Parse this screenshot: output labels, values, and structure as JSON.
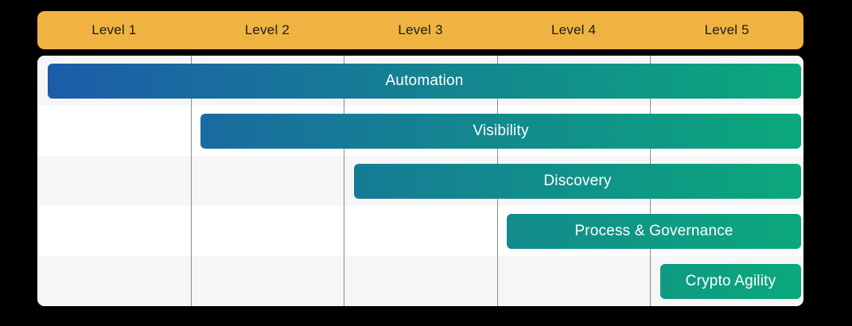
{
  "chart_data": {
    "type": "bar",
    "subtype": "gantt-maturity-levels",
    "title": "",
    "categories": [
      "Level 1",
      "Level 2",
      "Level 3",
      "Level 4",
      "Level 5"
    ],
    "series": [
      {
        "name": "Automation",
        "start_level": 1,
        "end_level": 5
      },
      {
        "name": "Visibility",
        "start_level": 2,
        "end_level": 5
      },
      {
        "name": "Discovery",
        "start_level": 3,
        "end_level": 5
      },
      {
        "name": "Process & Governance",
        "start_level": 4,
        "end_level": 5
      },
      {
        "name": "Crypto Agility",
        "start_level": 5,
        "end_level": 5
      }
    ],
    "legend": "none",
    "grid": true,
    "layout_hints": {
      "axis": "levels across top, one bar per row",
      "rows_alternate_shading": true
    },
    "colors": {
      "background": "#000000",
      "header_bg": "#F0B342",
      "header_text": "#1C1C1C",
      "panel_bg": "#FFFFFF",
      "row_alt_bg": "#F6F6F6",
      "gridline": "#8C8C8C",
      "bar_gradient_start": "#1D5CA9",
      "bar_gradient_end": "#0BA87B",
      "bar_text": "#FFFFFF"
    }
  }
}
